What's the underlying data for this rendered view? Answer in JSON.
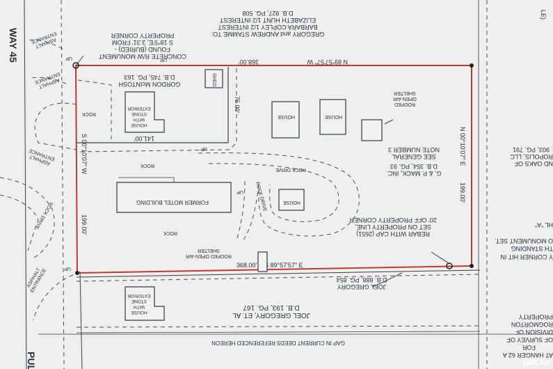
{
  "highway": "WAY 45",
  "pullman_fragment": "PULLI",
  "watermark": "RMLSA",
  "north_adjoiner": {
    "line1": "GREGORY and ANDREW STAMME TO:",
    "line2": "BARBARA COPLEY 1/2 INTEREST",
    "line3": "ELIZABETH HUNT 1/2 INTEREST",
    "line4": "D.B. 927, PG. 508"
  },
  "monument_note": {
    "line1": "CONCRETE R/W MONUMENT",
    "line2": "FOUND (BURIED) -",
    "line3": "S 18°5'E, 3.31' FROM",
    "line4": "PROPERTY CORNER"
  },
  "mcintosh": {
    "line1": "GORDON McINTOSH",
    "line2": "D.B. 745, PG. 163"
  },
  "mack": {
    "line1": "G. & P. MACK, INC.",
    "line2": "D.B. 354, PG. 93",
    "line3": "SEE GENERAL",
    "line4": "NOTE NUMBER 3"
  },
  "rebar_note": {
    "line1": "REBAR WITH CAP (2651)",
    "line2": "SET ON PROPERTY LINE,",
    "line3": "20' OFF PROPERTY CORNER"
  },
  "joel": {
    "line1": "JOEL GREGORY",
    "line2": "D.B. 888, PG. 854"
  },
  "joel_etal": {
    "line1": "JOEL GREGORY, ET. AL",
    "line2": "D.B. 193, PG. 167"
  },
  "gap_note": "GAP IN CURRENT DEEDS REFERENCED HEREON",
  "bearings": {
    "north": "N 89°57'57\" W",
    "north_dist": "368.00'",
    "south": "S 89°57'57\" E",
    "south_dist": "368.00'",
    "east": "N 00°10'07\" E",
    "east_dist": "199.00'",
    "west": "S 00°10'07\" W",
    "west_dist": "199.00'"
  },
  "dims": {
    "d75": "75.00'",
    "d141": "141.00'"
  },
  "labels": {
    "shed": "SHED",
    "house": "HOUSE",
    "house_stone_1": "HOUSE",
    "house_stone_2": "WITH",
    "house_stone_3": "STONE",
    "house_stone_4": "EXTERIOR",
    "former_motel": "FORMER MOTEL BUILDING",
    "rock": "ROCK",
    "rock_drive": "ROCK DRIVE",
    "shelter_1": "ROOFED",
    "shelter_2": "OPEN-AIR",
    "shelter_3": "SHELTER",
    "shelter_long": "ROOFED OPEN-AIR",
    "up": "UP",
    "asphalt_1": "ASPHALT",
    "asphalt_2": "ENTRANCE"
  },
  "right_margin": {
    "r1": "ND OAKS OF",
    "r2": "ROPOLIS, LLC",
    "r3": ". 903, PG. 791",
    "r4": "HL \"A\"",
    "r5": "O MONUMENT SET.",
    "r6": "TH STANDING",
    "r7": "Y CORNER HIT IN",
    "r8": "PROPERTY",
    "r9": "ROGMORTON",
    "r10": "DIVISION OF",
    "r11": "OF SURVEY OF",
    "r12": "FOR",
    "r13": "AT HANGER 62 A",
    "r14": "LE)"
  }
}
